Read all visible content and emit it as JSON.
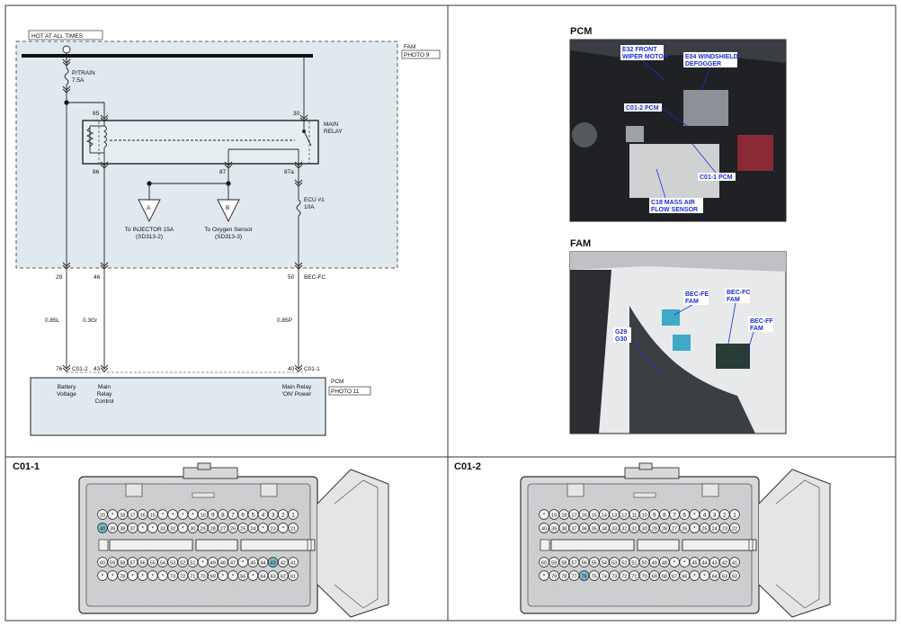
{
  "schematic": {
    "hot_at_all_times": "HOT AT ALL TIMES",
    "fam_label": "FAM",
    "fam_photo": "PHOTO 9",
    "fuse_ptrain_name": "P/TRAIN",
    "fuse_ptrain_amp": "7.5A",
    "relay_pin_85": "85",
    "relay_pin_30": "30",
    "relay_pin_86": "86",
    "relay_pin_87": "87",
    "relay_pin_87a": "87a",
    "relay_name_1": "MAIN",
    "relay_name_2": "RELAY",
    "fuse_ecu_name": "ECU #1",
    "fuse_ecu_amp": "10A",
    "node_a": "A",
    "node_b": "B",
    "to_injector": "To INJECTOR 15A",
    "to_injector_ref": "(SD313-2)",
    "to_oxygen": "To Oxygen Sensor",
    "to_oxygen_ref": "(SD313-3)",
    "fam_pin_29": "29",
    "fam_pin_46": "46",
    "fam_pin_50": "50",
    "fam_conn": "BEC-FC",
    "wire_1": "0.85L",
    "wire_2": "0.3Gr",
    "wire_3": "0.85P",
    "pcm_pin_76": "76",
    "pcm_conn_2": "C01-2",
    "pcm_pin_43": "43",
    "pcm_pin_40": "40",
    "pcm_conn_1": "C01-1",
    "pcm_label": "PCM",
    "pcm_photo": "PHOTO 11",
    "battery_1": "Battery",
    "battery_2": "Voltage",
    "mrc_1": "Main",
    "mrc_2": "Relay",
    "mrc_3": "Control",
    "mron_1": "Main Relay",
    "mron_2": "'ON' Power"
  },
  "photos": {
    "pcm_title": "PCM",
    "pcm_callouts": {
      "e32_1": "E32 FRONT",
      "e32_2": "WIPER MOTOR",
      "e04_1": "E04 WINDSHIELD",
      "e04_2": "DEFOGGER",
      "c012": "C01-2 PCM",
      "c011": "C01-1 PCM",
      "c18_1": "C18 MASS AIR",
      "c18_2": "FLOW SENSOR"
    },
    "fam_title": "FAM",
    "fam_callouts": {
      "becfe_1": "BEC-FE",
      "becfe_2": "FAM",
      "becfc_1": "BEC-FC",
      "becfc_2": "FAM",
      "becff_1": "BEC-FF",
      "becff_2": "FAM",
      "g29": "G29",
      "g30": "G30"
    }
  },
  "connectors": {
    "c011": {
      "title": "C01-1",
      "row1": [
        "20",
        "*",
        "18",
        "17",
        "16",
        "15",
        "*",
        "*",
        "*",
        "*",
        "10",
        "9",
        "8",
        "7",
        "6",
        "5",
        "4",
        "3",
        "2",
        "1"
      ],
      "row2": [
        "40",
        "39",
        "38",
        "37",
        "*",
        "*",
        "33",
        "32",
        "*",
        "30",
        "29",
        "28",
        "27",
        "26",
        "25",
        "24",
        "*",
        "23",
        "*",
        "21"
      ],
      "row3": [
        "60",
        "59",
        "58",
        "57",
        "56",
        "55",
        "54",
        "53",
        "52",
        "51",
        "*",
        "49",
        "48",
        "47",
        "*",
        "45",
        "44",
        "43",
        "42",
        "41"
      ],
      "row4": [
        "*",
        "*",
        "78",
        "*",
        "*",
        "*",
        "*",
        "73",
        "72",
        "71",
        "70",
        "69",
        "*",
        "*",
        "66",
        "*",
        "64",
        "63",
        "62",
        "61"
      ],
      "highlight": [
        "40",
        "43"
      ]
    },
    "c012": {
      "title": "C01-2",
      "row1": [
        "*",
        "19",
        "18",
        "17",
        "16",
        "15",
        "14",
        "13",
        "12",
        "11",
        "10",
        "9",
        "8",
        "7",
        "6",
        "*",
        "4",
        "3",
        "2",
        "1"
      ],
      "row2": [
        "40",
        "39",
        "38",
        "37",
        "36",
        "35",
        "34",
        "33",
        "32",
        "31",
        "30",
        "29",
        "28",
        "27",
        "26",
        "*",
        "25",
        "24",
        "23",
        "22"
      ],
      "row3": [
        "60",
        "59",
        "58",
        "57",
        "56",
        "55",
        "54",
        "53",
        "52",
        "51",
        "50",
        "49",
        "48",
        "*",
        "*",
        "45",
        "44",
        "43",
        "42",
        "41"
      ],
      "row4": [
        "*",
        "79",
        "78",
        "77",
        "76",
        "75",
        "74",
        "73",
        "72",
        "71",
        "70",
        "69",
        "68",
        "67",
        "66",
        "*",
        "*",
        "64",
        "63",
        "62"
      ],
      "highlight": [
        "76"
      ]
    }
  }
}
